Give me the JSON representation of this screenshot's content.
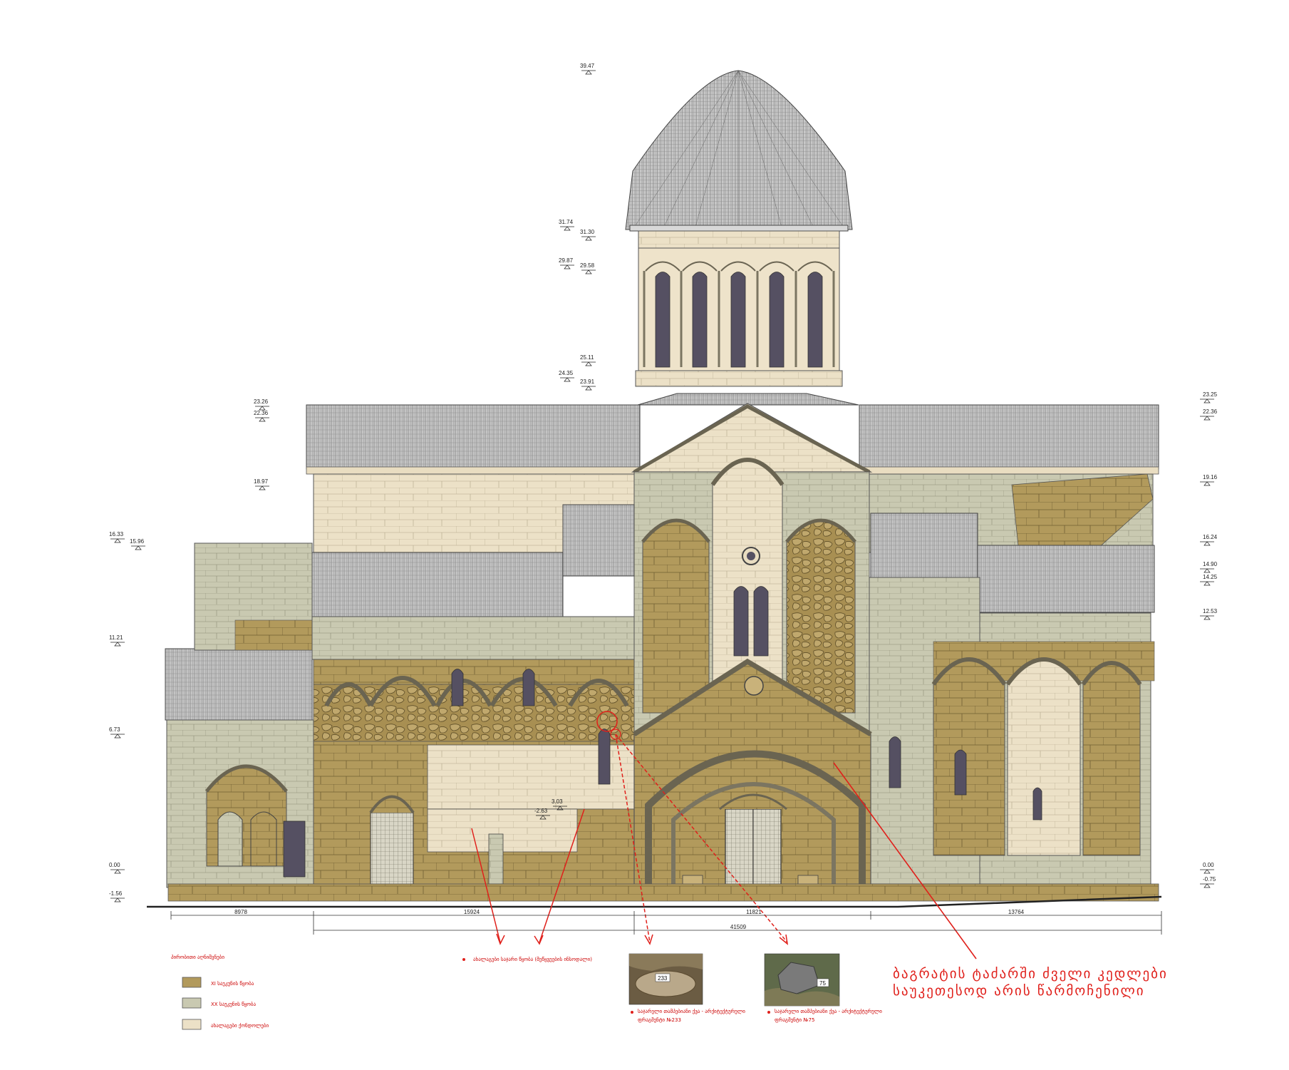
{
  "elevation_marks": {
    "top": "39.47",
    "drum_upper_a": "31.74",
    "drum_upper_b": "31.30",
    "drum_mid_a": "29.87",
    "drum_mid_b": "29.58",
    "drum_base_a": "25.11",
    "drum_base_b": "24.35",
    "drum_base_c": "23.91",
    "left_roof_a": "23.26",
    "left_roof_b": "22.36",
    "left_eave": "18.97",
    "left_annex_a": "16.33",
    "left_annex_b": "15.96",
    "left_low": "11.21",
    "left_porch": "6.73",
    "left_ground": "0.00",
    "left_base": "-1.56",
    "right_roof_a": "23.25",
    "right_roof_b": "22.36",
    "right_eave": "19.16",
    "right_mid_a": "16.24",
    "right_mid_b": "14.90",
    "right_mid_c": "14.25",
    "right_low": "12.53",
    "right_ground": "0.00",
    "right_base": "-0.75",
    "inner_a": "3.03",
    "inner_b": "-2.63"
  },
  "dimensions": {
    "seg1": "8978",
    "seg2": "15924",
    "seg3": "11821",
    "seg4": "13764",
    "total": "41509"
  },
  "legend": {
    "title": "პირობითი აღნიშვნები",
    "items": [
      {
        "label": "XI საუკუნის წყობა",
        "color": "#b29a5c"
      },
      {
        "label": "XX საუკუნის წყობა",
        "color": "#c9c9b1"
      },
      {
        "label": "ახალაგები ქონდოლები",
        "color": "#ece1c7"
      }
    ]
  },
  "annotations": {
    "new_stone_wall": "ახალაგები საჯარი წყობა (მეწყვეების ინსოდალი)",
    "fragment_1": "საჯარელი თამპებიანი ქვა - არქიტექტურული ფრაგმენტი №233",
    "fragment_2": "საჯარელი თამპებიანი ქვა - არქიტექტურული ფრაგმენტი №75",
    "main_line_1": "ბაგრატის ტაძარში ძველი კედლები",
    "main_line_2": "საუკეთესოდ არის წარმოჩენილი",
    "photo_1_tag": "233",
    "photo_2_tag": "75"
  },
  "colors": {
    "xi_century": "#b29a5c",
    "xx_century": "#c9c9b1",
    "new_fill": "#ece1c7",
    "roof": "#bdbdbd",
    "window": "#555062",
    "annotation": "#e0201b"
  }
}
